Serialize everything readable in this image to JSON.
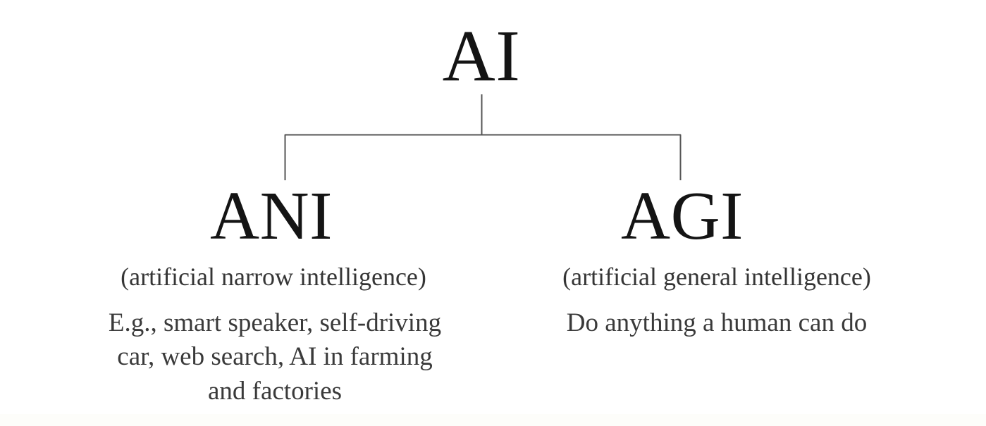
{
  "diagram": {
    "type": "tree",
    "orientation": "top-down",
    "background_color": "#ffffff",
    "line_color": "#555555",
    "text_color": "#141414",
    "root": {
      "label": "AI"
    },
    "branches": [
      {
        "id": "ani",
        "title": "ANI",
        "subtitle": "(artificial narrow intelligence)",
        "body_lines": [
          "E.g., smart speaker, self-driving",
          "car, web search, AI in farming",
          "and factories"
        ]
      },
      {
        "id": "agi",
        "title": "AGI",
        "subtitle": "(artificial general intelligence)",
        "body_lines": [
          "Do anything a human can do"
        ]
      }
    ]
  }
}
